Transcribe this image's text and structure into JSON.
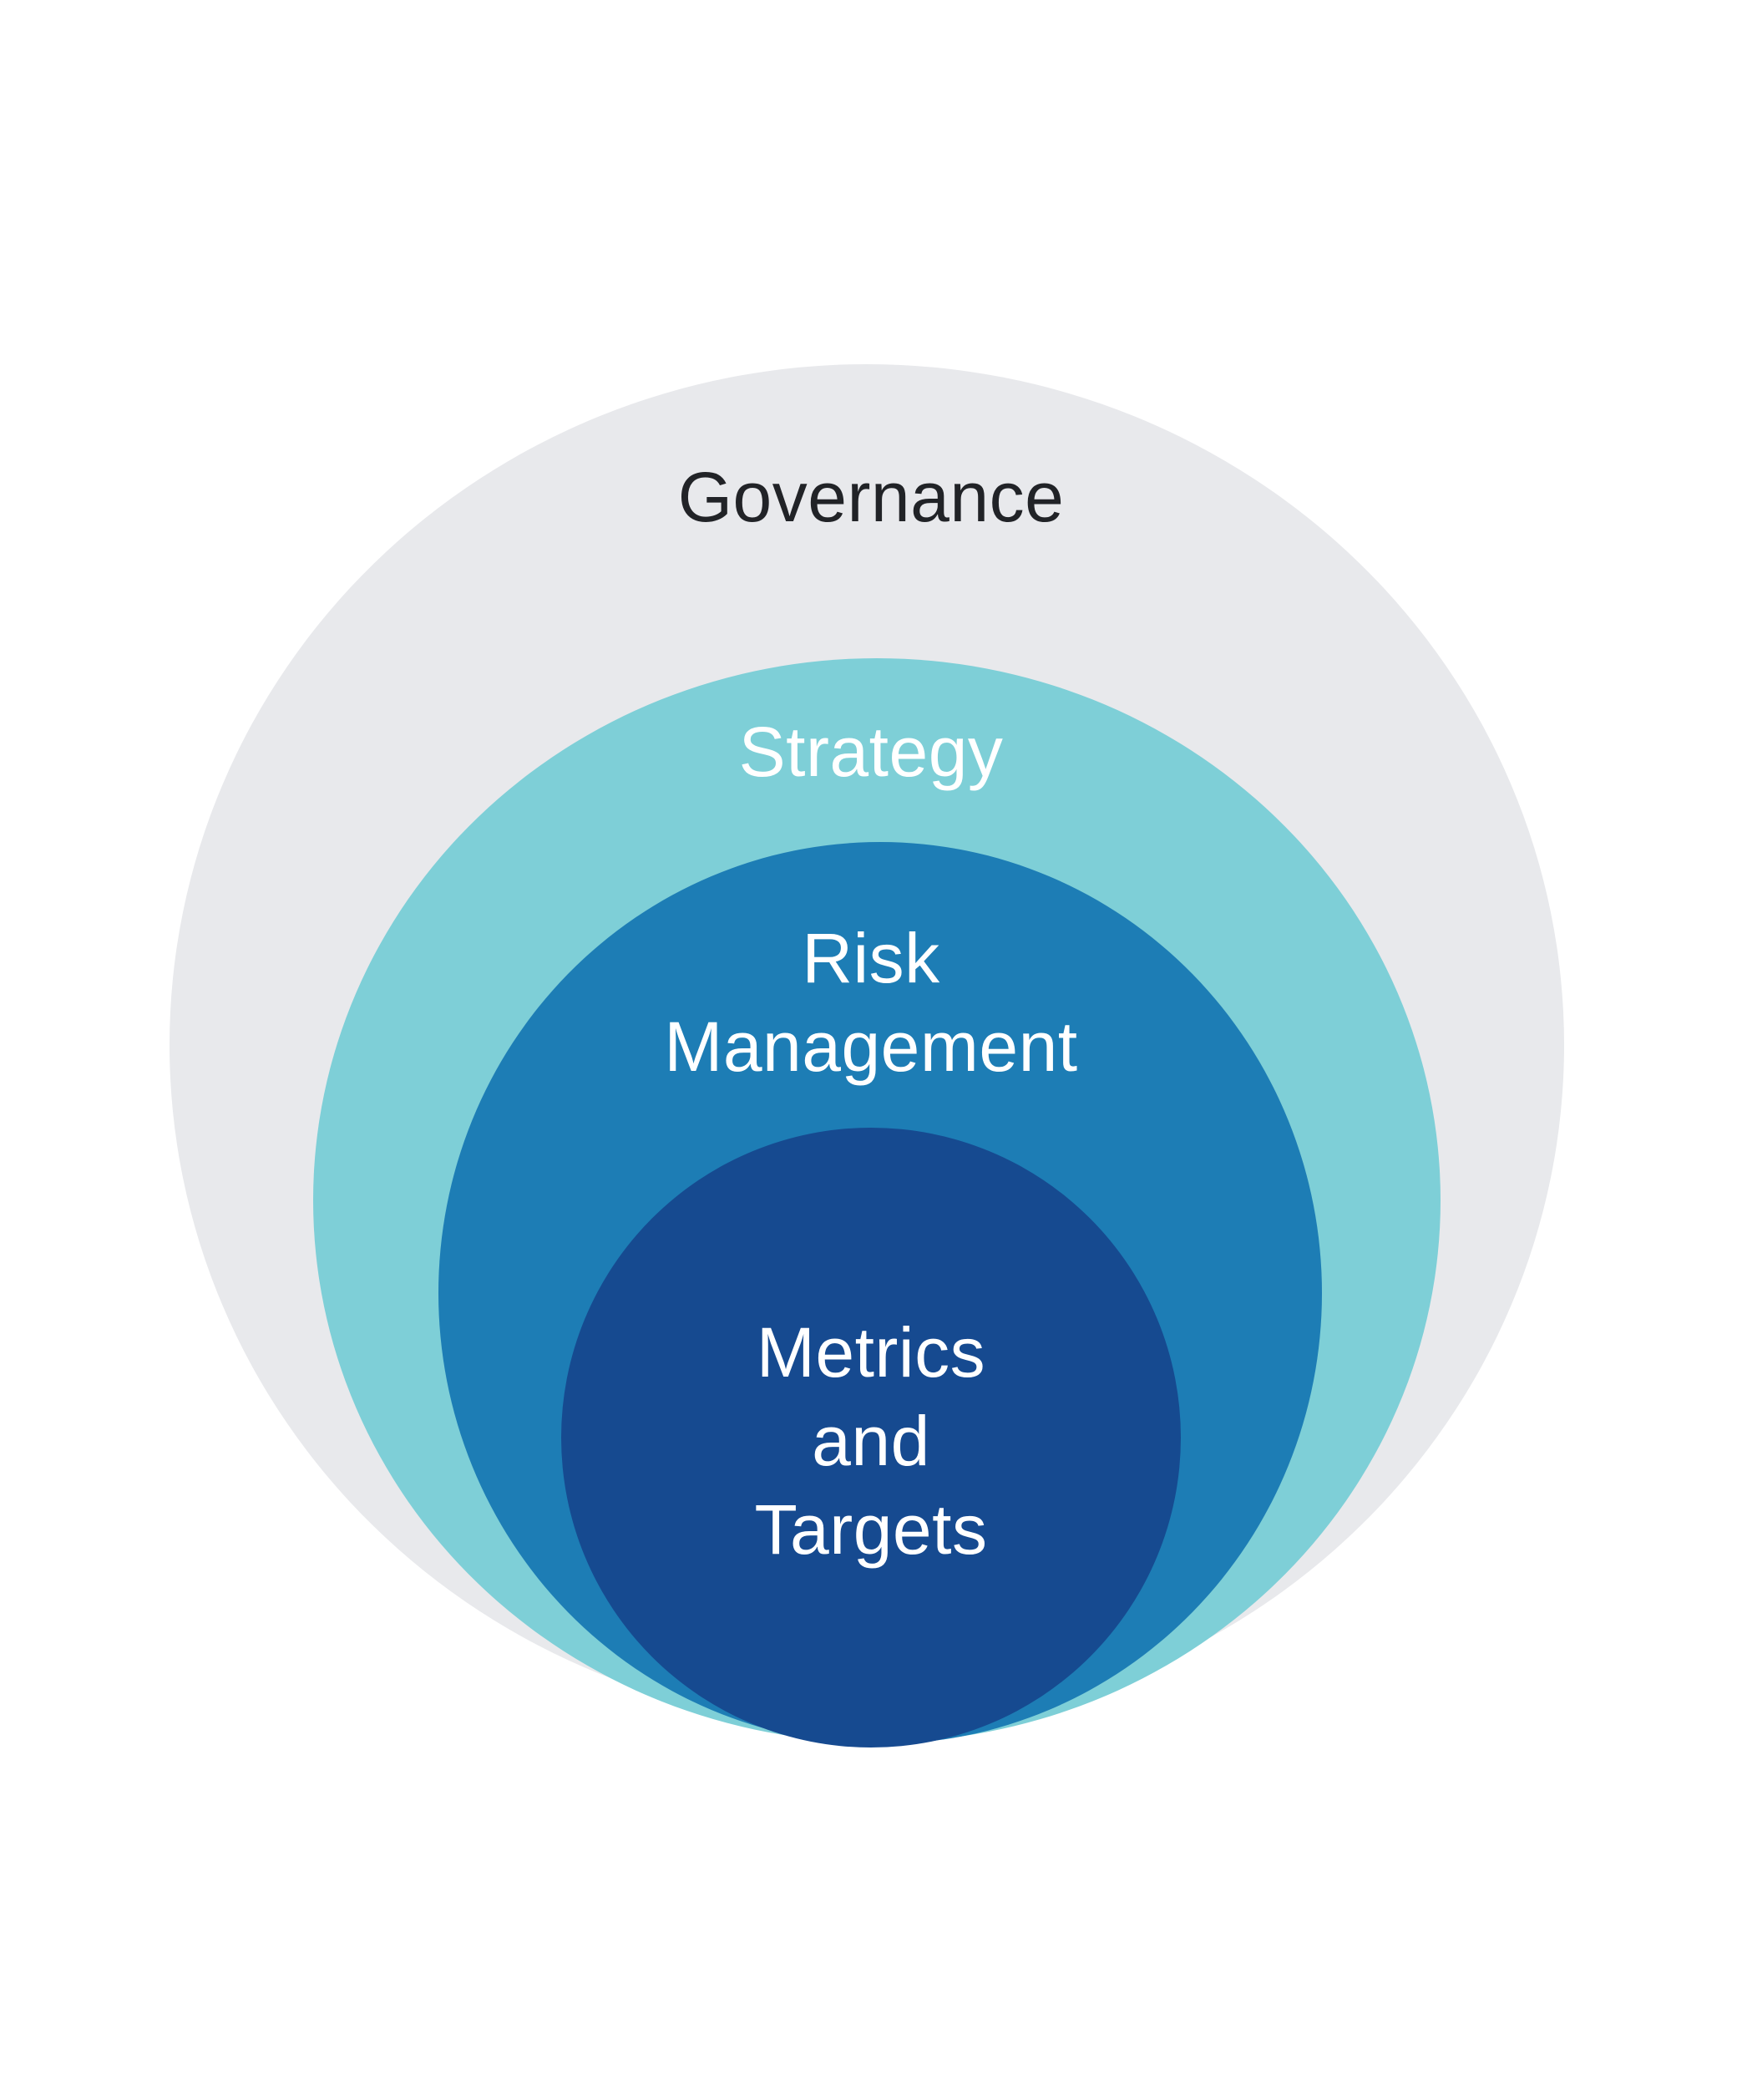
{
  "diagram": {
    "name": "Nested circles framework diagram",
    "background": "#ffffff"
  },
  "circles": [
    {
      "id": "governance",
      "label": "Governance",
      "fill": "#e8e9ec",
      "text_color": "#212327"
    },
    {
      "id": "strategy",
      "label": "Strategy",
      "fill": "#7ecfd7",
      "text_color": "#ffffff"
    },
    {
      "id": "risk-management",
      "label": "Risk Management",
      "label_lines": [
        "Risk",
        "Management"
      ],
      "fill": "#1d7db5",
      "text_color": "#ffffff"
    },
    {
      "id": "metrics-and-targets",
      "label": "Metrics and Targets",
      "label_lines": [
        "Metrics",
        "and",
        "Targets"
      ],
      "fill": "#164a90",
      "text_color": "#ffffff"
    }
  ]
}
